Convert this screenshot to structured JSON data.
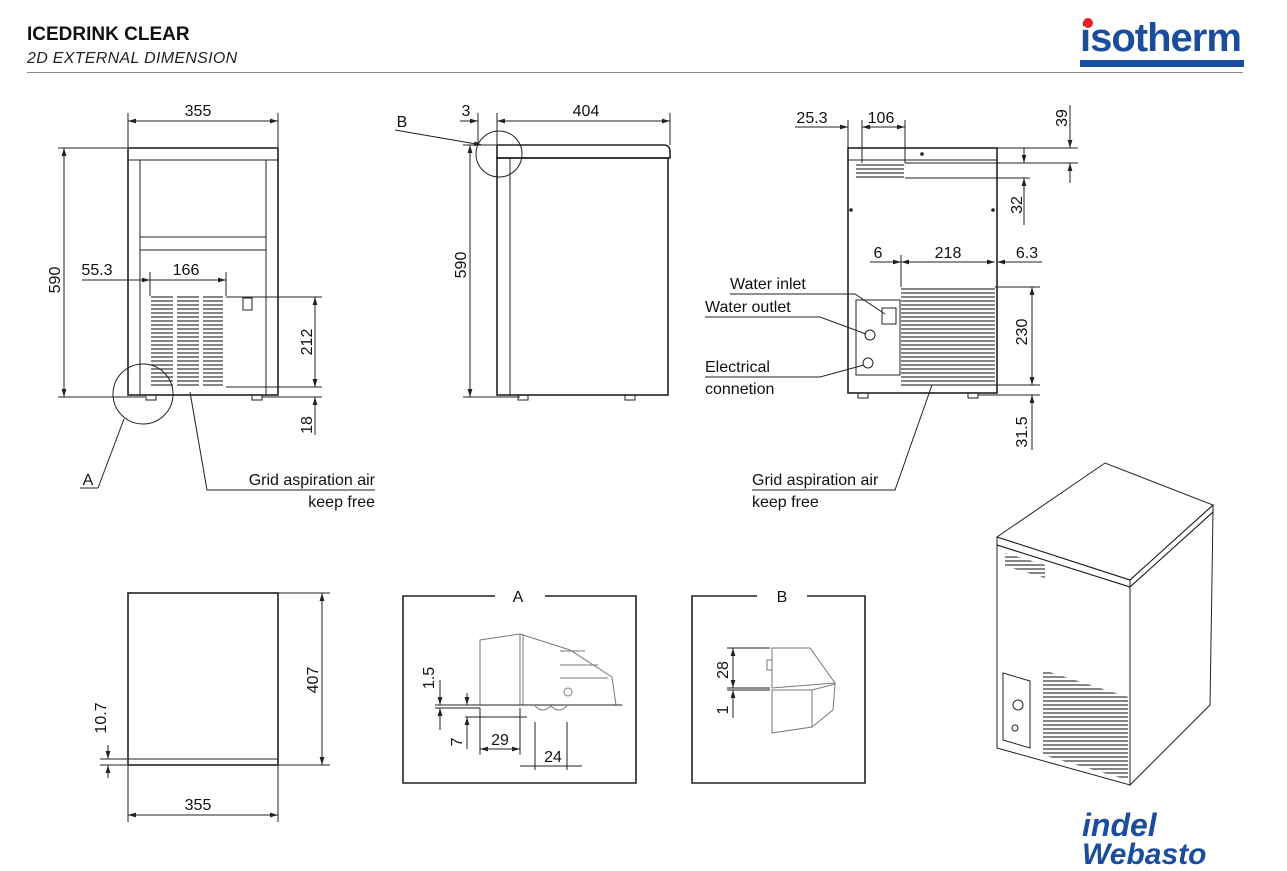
{
  "header": {
    "title": "ICEDRINK CLEAR",
    "subtitle": "2D EXTERNAL DIMENSION"
  },
  "logos": {
    "top_right": "isotherm",
    "bottom_right_line1": "indel",
    "bottom_right_line2": "Webasto"
  },
  "front_view": {
    "width": "355",
    "height": "590",
    "grid_offset": "55.3",
    "grid_width": "166",
    "grid_height": "212",
    "foot_height": "18",
    "detail_callout": "A",
    "label_line1": "Grid aspiration air",
    "label_line2": "keep free"
  },
  "side_view": {
    "detail_callout": "B",
    "top_offset": "3",
    "depth": "404",
    "height": "590"
  },
  "rear_view": {
    "offset_left": "25.3",
    "vent_width": "106",
    "vent_top": "39",
    "vent_height": "32",
    "grid_left": "6",
    "grid_width": "218",
    "grid_right": "6.3",
    "grid_height": "230",
    "grid_bottom": "31.5",
    "water_inlet": "Water inlet",
    "water_outlet": "Water outlet",
    "electrical_line1": "Electrical",
    "electrical_line2": "connetion",
    "label_line1": "Grid aspiration air",
    "label_line2": "keep free"
  },
  "top_view": {
    "depth": "407",
    "overhang": "10.7",
    "width": "355"
  },
  "detail_a": {
    "title": "A",
    "dim_1": "1.5",
    "dim_2": "7",
    "dim_3": "29",
    "dim_4": "24"
  },
  "detail_b": {
    "title": "B",
    "dim_1": "28",
    "dim_2": "1"
  }
}
